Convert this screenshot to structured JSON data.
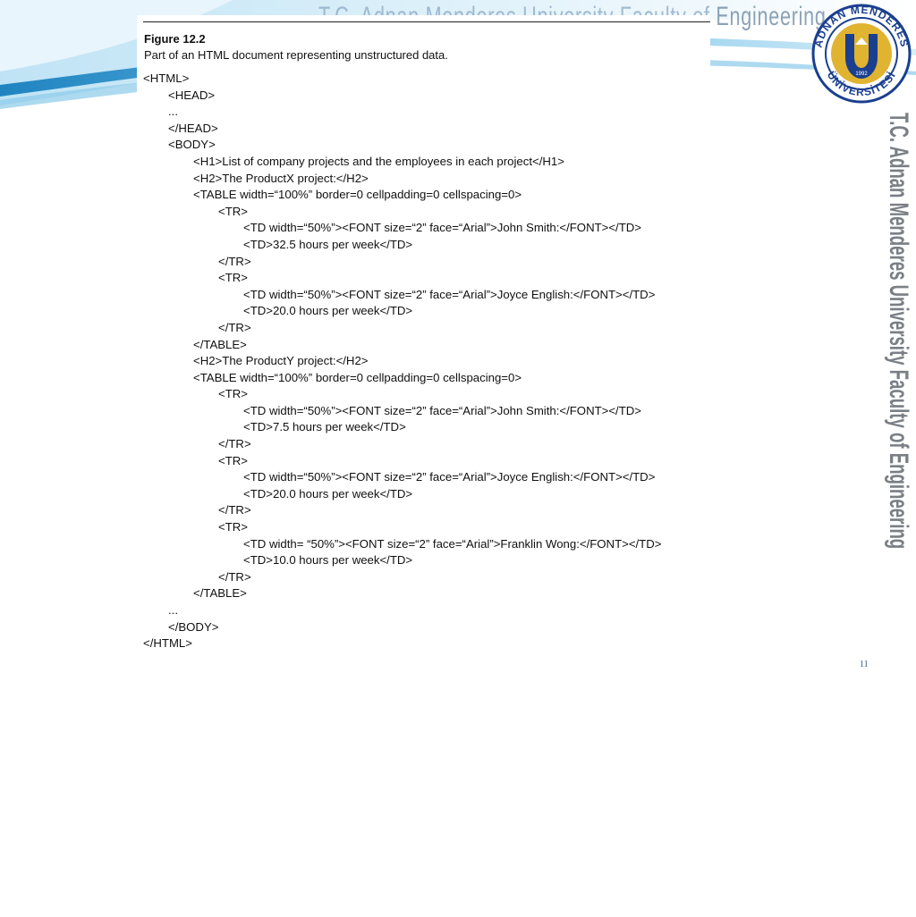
{
  "header": {
    "faint_title_prefix": "T.C.  Adnan Menderes University  Faculty of ",
    "faint_title_bold": "Engineering"
  },
  "figure": {
    "number": "Figure 12.2",
    "caption": "Part of an HTML document representing unstructured data.",
    "lines": [
      {
        "indent": 0,
        "text": "<HTML>"
      },
      {
        "indent": 1,
        "text": "<HEAD>"
      },
      {
        "indent": 1,
        "text": "..."
      },
      {
        "indent": 1,
        "text": "</HEAD>"
      },
      {
        "indent": 1,
        "text": "<BODY>"
      },
      {
        "indent": 2,
        "text": "<H1>List of company projects and the employees in each project</H1>"
      },
      {
        "indent": 2,
        "text": "<H2>The ProductX project:</H2>"
      },
      {
        "indent": 2,
        "text": "<TABLE width=“100%” border=0 cellpadding=0 cellspacing=0>"
      },
      {
        "indent": 3,
        "text": "<TR>"
      },
      {
        "indent": 4,
        "text": "<TD width=“50%”><FONT size=“2” face=“Arial”>John Smith:</FONT></TD>"
      },
      {
        "indent": 4,
        "text": "<TD>32.5 hours per week</TD>"
      },
      {
        "indent": 3,
        "text": "</TR>"
      },
      {
        "indent": 3,
        "text": "<TR>"
      },
      {
        "indent": 4,
        "text": "<TD width=“50%”><FONT size=“2” face=“Arial”>Joyce English:</FONT></TD>"
      },
      {
        "indent": 4,
        "text": "<TD>20.0 hours per week</TD>"
      },
      {
        "indent": 3,
        "text": "</TR>"
      },
      {
        "indent": 2,
        "text": "</TABLE>"
      },
      {
        "indent": 2,
        "text": "<H2>The ProductY project:</H2>"
      },
      {
        "indent": 2,
        "text": "<TABLE width=“100%” border=0 cellpadding=0 cellspacing=0>"
      },
      {
        "indent": 3,
        "text": "<TR>"
      },
      {
        "indent": 4,
        "text": "<TD width=“50%”><FONT size=“2” face=“Arial”>John Smith:</FONT></TD>"
      },
      {
        "indent": 4,
        "text": "<TD>7.5 hours per week</TD>"
      },
      {
        "indent": 3,
        "text": "</TR>"
      },
      {
        "indent": 3,
        "text": "<TR>"
      },
      {
        "indent": 4,
        "text": "<TD width=“50%”><FONT size=“2” face=“Arial”>Joyce English:</FONT></TD>"
      },
      {
        "indent": 4,
        "text": "<TD>20.0 hours per week</TD>"
      },
      {
        "indent": 3,
        "text": "</TR>"
      },
      {
        "indent": 3,
        "text": "<TR>"
      },
      {
        "indent": 4,
        "text": "<TD width= “50%”><FONT size=“2” face=“Arial”>Franklin Wong:</FONT></TD>"
      },
      {
        "indent": 4,
        "text": "<TD>10.0 hours per week</TD>"
      },
      {
        "indent": 3,
        "text": "</TR>"
      },
      {
        "indent": 2,
        "text": "</TABLE>"
      },
      {
        "indent": 1,
        "text": "..."
      },
      {
        "indent": 1,
        "text": "</BODY>"
      },
      {
        "indent": 0,
        "text": "</HTML>"
      }
    ]
  },
  "logo": {
    "icon": "university-seal-icon",
    "top_text": "ADNAN MENDERES",
    "bottom_text": "ÜNİVERSİTESİ",
    "year": "1992",
    "colors": {
      "ring": "#1a3f8f",
      "gold": "#e0b331",
      "inner": "#1a3f8f"
    }
  },
  "side_text": "T.C.  Adnan Menderes University  Faculty of Engineering",
  "page_number": "11",
  "colors": {
    "swoosh_dark": "#2f8fc8",
    "swoosh_light": "#a9d6ef",
    "side_text": "#7a7f86"
  }
}
